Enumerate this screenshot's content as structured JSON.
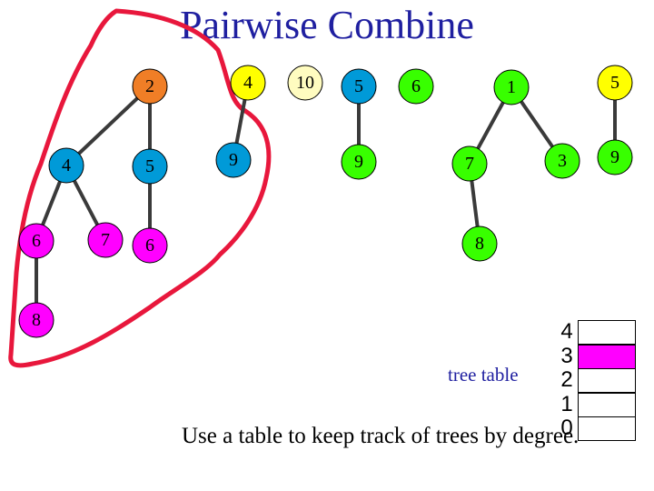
{
  "title": "Pairwise Combine",
  "caption": "Use a table to keep track of trees by degree.",
  "tree_table_label": "tree table",
  "colors": {
    "title": "#1f1fa0",
    "lasso": "#e8173c",
    "edge": "#3a3a3a",
    "node_outline": "#000000",
    "table_filled": "#ff00ff",
    "table_empty": "#ffffff"
  },
  "nodes": [
    {
      "id": "n2",
      "label": "2",
      "color": "#f07e26"
    },
    {
      "id": "n4a",
      "label": "4",
      "color": "#009ad8"
    },
    {
      "id": "n5a",
      "label": "5",
      "color": "#009ad8"
    },
    {
      "id": "n6a",
      "label": "6",
      "color": "#ff00ff"
    },
    {
      "id": "n7a",
      "label": "7",
      "color": "#ff00ff"
    },
    {
      "id": "n6b",
      "label": "6",
      "color": "#ff00ff"
    },
    {
      "id": "n8a",
      "label": "8",
      "color": "#ff00ff"
    },
    {
      "id": "n4b",
      "label": "4",
      "color": "#ffff00"
    },
    {
      "id": "n9a",
      "label": "9",
      "color": "#009ad8"
    },
    {
      "id": "n10",
      "label": "10",
      "color": "#fffcc0"
    },
    {
      "id": "n5b",
      "label": "5",
      "color": "#009ad8"
    },
    {
      "id": "n9b",
      "label": "9",
      "color": "#38ff00"
    },
    {
      "id": "n6c",
      "label": "6",
      "color": "#38ff00"
    },
    {
      "id": "n1",
      "label": "1",
      "color": "#38ff00"
    },
    {
      "id": "n7b",
      "label": "7",
      "color": "#38ff00"
    },
    {
      "id": "n3",
      "label": "3",
      "color": "#38ff00"
    },
    {
      "id": "n8b",
      "label": "8",
      "color": "#38ff00"
    },
    {
      "id": "n5c",
      "label": "5",
      "color": "#ffff00"
    },
    {
      "id": "n9c",
      "label": "9",
      "color": "#38ff00"
    }
  ],
  "edges": [
    [
      "n2",
      "n4a"
    ],
    [
      "n2",
      "n5a"
    ],
    [
      "n4a",
      "n6a"
    ],
    [
      "n4a",
      "n7a"
    ],
    [
      "n5a",
      "n6b"
    ],
    [
      "n6a",
      "n8a"
    ],
    [
      "n4b",
      "n9a"
    ],
    [
      "n5b",
      "n9b"
    ],
    [
      "n1",
      "n7b"
    ],
    [
      "n1",
      "n3"
    ],
    [
      "n7b",
      "n8b"
    ],
    [
      "n5c",
      "n9c"
    ]
  ],
  "tree_table": [
    {
      "degree": "4",
      "filled": false
    },
    {
      "degree": "3",
      "filled": true
    },
    {
      "degree": "2",
      "filled": false
    },
    {
      "degree": "1",
      "filled": false
    },
    {
      "degree": "0",
      "filled": false
    }
  ]
}
